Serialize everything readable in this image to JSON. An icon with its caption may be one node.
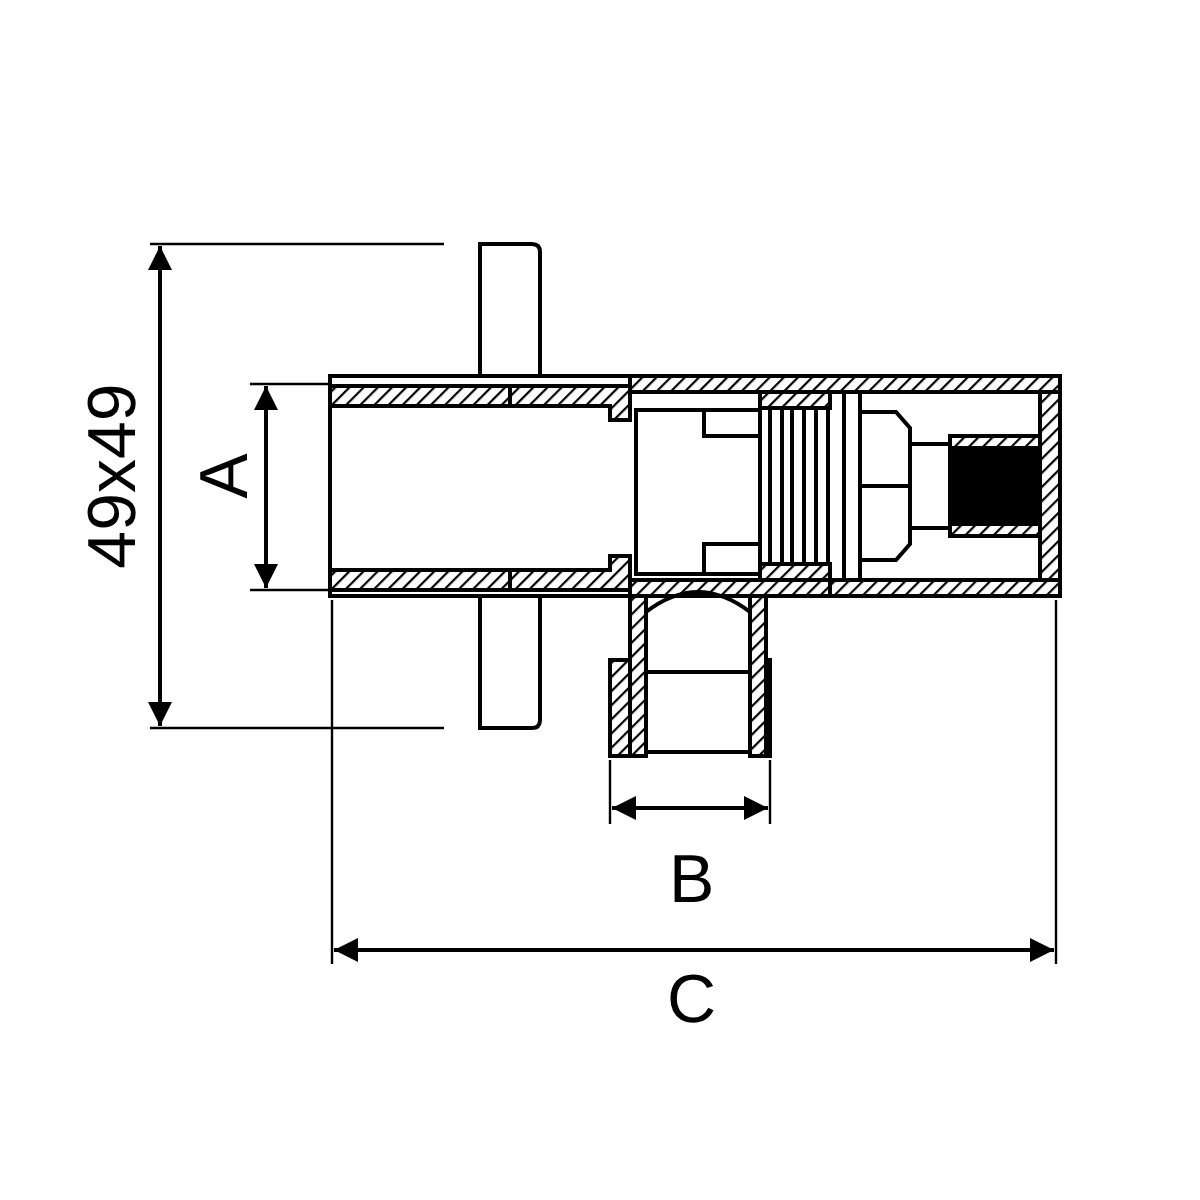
{
  "diagram": {
    "labels": [
      "49x49",
      "A",
      "B",
      "C"
    ]
  }
}
